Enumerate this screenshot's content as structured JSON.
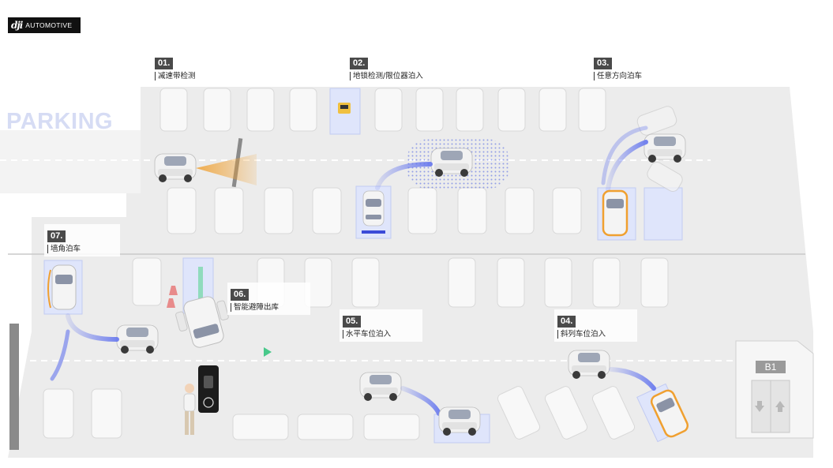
{
  "brand": {
    "mark": "dji",
    "name": "AUTOMOTIVE"
  },
  "watermark": "PARKING",
  "scenarios": [
    {
      "num": "01.",
      "text": "减速带检测"
    },
    {
      "num": "02.",
      "text": "地锁检测/限位器泊入"
    },
    {
      "num": "03.",
      "text": "任意方向泊车"
    },
    {
      "num": "04.",
      "text": "斜列车位泊入"
    },
    {
      "num": "05.",
      "text": "水平车位泊入"
    },
    {
      "num": "06.",
      "text": "智能避障出库"
    },
    {
      "num": "07.",
      "text": "墙角泊车"
    }
  ],
  "elevator": {
    "label": "B1"
  },
  "colors": {
    "accent": "#6677ee",
    "highlight": "#f0a030",
    "floor": "#ececec",
    "spot": "#f6f6f6",
    "bay": "#dfe5fb",
    "path": "#5db98a"
  }
}
